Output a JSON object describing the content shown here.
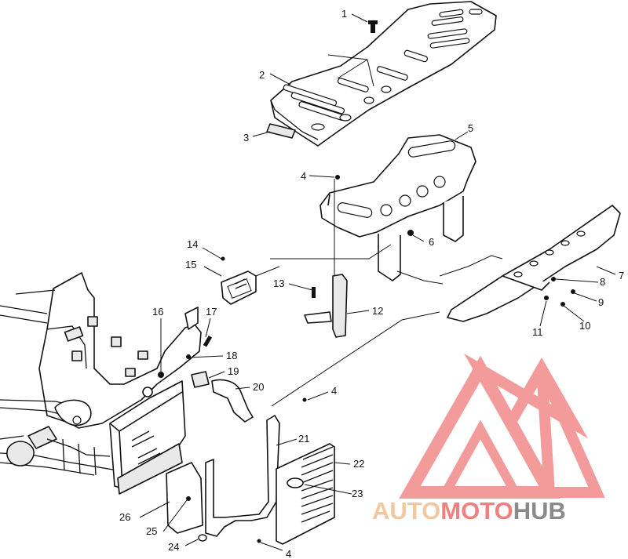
{
  "callouts": [
    {
      "n": "1"
    },
    {
      "n": "2"
    },
    {
      "n": "3"
    },
    {
      "n": "4"
    },
    {
      "n": "5"
    },
    {
      "n": "6"
    },
    {
      "n": "7"
    },
    {
      "n": "8"
    },
    {
      "n": "9"
    },
    {
      "n": "10"
    },
    {
      "n": "11"
    },
    {
      "n": "12"
    },
    {
      "n": "13"
    },
    {
      "n": "14"
    },
    {
      "n": "15"
    },
    {
      "n": "16"
    },
    {
      "n": "17"
    },
    {
      "n": "18"
    },
    {
      "n": "19"
    },
    {
      "n": "20"
    },
    {
      "n": "21"
    },
    {
      "n": "22"
    },
    {
      "n": "23"
    },
    {
      "n": "24"
    },
    {
      "n": "25"
    },
    {
      "n": "26"
    },
    {
      "n": "4"
    },
    {
      "n": "4"
    }
  ],
  "watermark": {
    "part1": "AUTO",
    "part2": "MOTO",
    "part3": "HUB",
    "color_light": "#f2c8a0",
    "color_red": "#f08080",
    "color_dark": "#8a8a8a"
  }
}
